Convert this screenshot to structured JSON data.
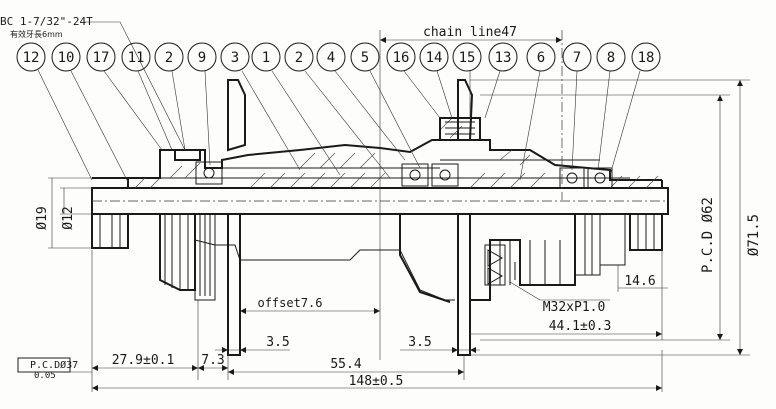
{
  "thread_spec": "BC 1-7/32\"-24T",
  "thread_note": "有效牙長6mm",
  "chain_line": "chain line47",
  "balloons": [
    "12",
    "10",
    "17",
    "11",
    "2",
    "9",
    "3",
    "1",
    "2",
    "4",
    "5",
    "16",
    "14",
    "15",
    "13",
    "6",
    "7",
    "8",
    "18"
  ],
  "dims": {
    "phi19": "Ø19",
    "phi12": "Ø12",
    "pcd62": "P.C.D Ø62",
    "phi71_5": "Ø71.5",
    "d14_6": "14.6",
    "m32": "M32xP1.0",
    "d44_1": "44.1±0.3",
    "offset": "offset7.6",
    "d3_5a": "3.5",
    "d3_5b": "3.5",
    "d27_9": "27.9±0.1",
    "d7_3": "7.3",
    "d55_4": "55.4",
    "d148": "148±0.5",
    "pcd37": "P.C.DØ37",
    "tol": "0.05"
  }
}
